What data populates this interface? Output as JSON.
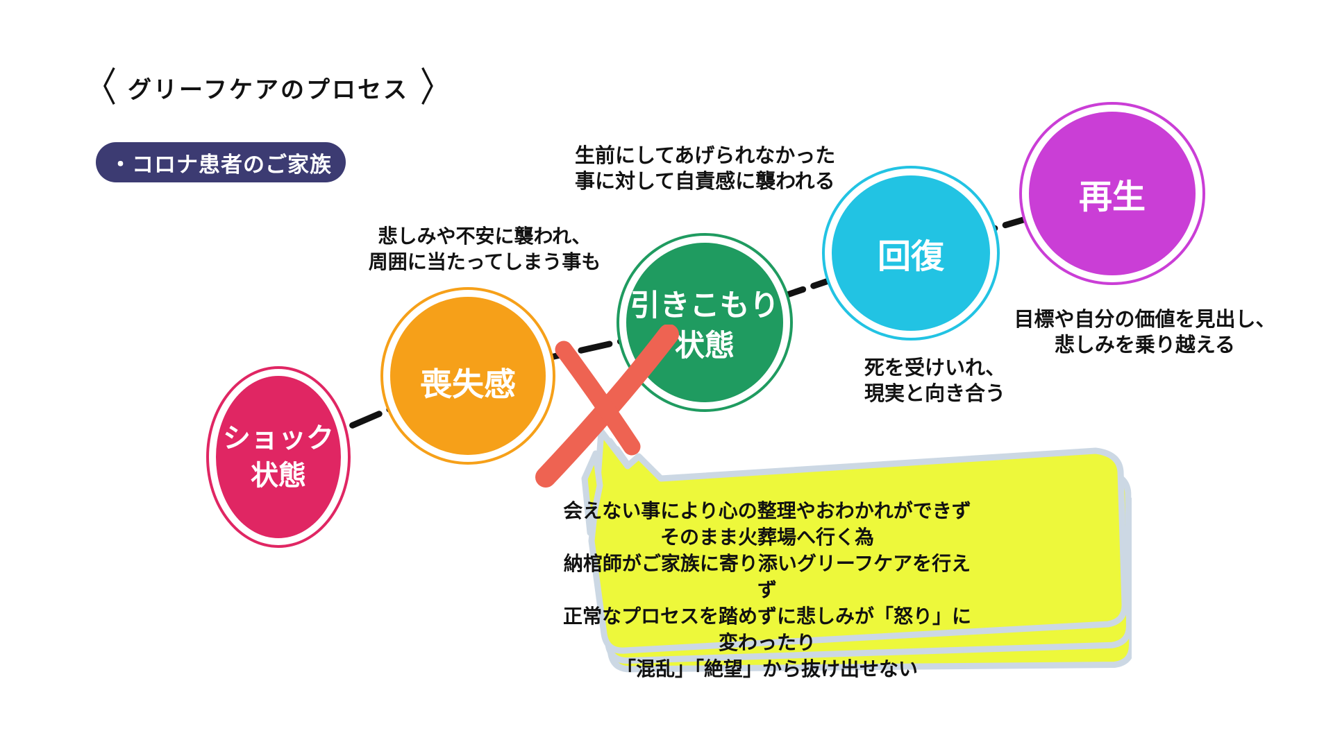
{
  "title": {
    "left_bracket": "〈",
    "text": "グリーフケアのプロセス",
    "right_bracket": "〉"
  },
  "badge": {
    "label": "・コロナ患者のご家族"
  },
  "circles": {
    "shock": {
      "line1": "ショック",
      "line2": "状態",
      "color": "#e02663"
    },
    "loss": {
      "line1": "喪失感",
      "color": "#f6a019"
    },
    "withdraw": {
      "line1": "引きこもり",
      "line2": "状態",
      "color": "#1f9b60"
    },
    "recovery": {
      "line1": "回復",
      "color": "#22c3e3"
    },
    "rebirth": {
      "line1": "再生",
      "color": "#ca3ed6"
    }
  },
  "notes": {
    "loss": [
      "悲しみや不安に襲われ、",
      "周囲に当たってしまう事も"
    ],
    "withdraw": [
      "生前にしてあげられなかった",
      "事に対して自責感に襲われる"
    ],
    "recovery": [
      "死を受けいれ、",
      "現実と向き合う"
    ],
    "rebirth": [
      "目標や自分の価値を見出し、",
      "悲しみを乗り越える"
    ]
  },
  "bubble": {
    "lines": [
      "会えない事により心の整理やおわかれができず",
      "そのまま火葬場へ行く為",
      "納棺師がご家族に寄り添いグリーフケアを行えず",
      "正常なプロセスを踏めずに悲しみが「怒り」に変わったり",
      "「混乱」「絶望」から抜け出せない"
    ]
  },
  "colors": {
    "pink": "#e02663",
    "orange": "#f6a019",
    "green": "#1f9b60",
    "cyan": "#22c3e3",
    "magenta": "#ca3ed6",
    "indigo": "#3c3b72",
    "coral": "#ee6352",
    "bubble-fill": "#edf83b",
    "bubble-stroke": "#ccd8e4",
    "ink": "#121212"
  }
}
